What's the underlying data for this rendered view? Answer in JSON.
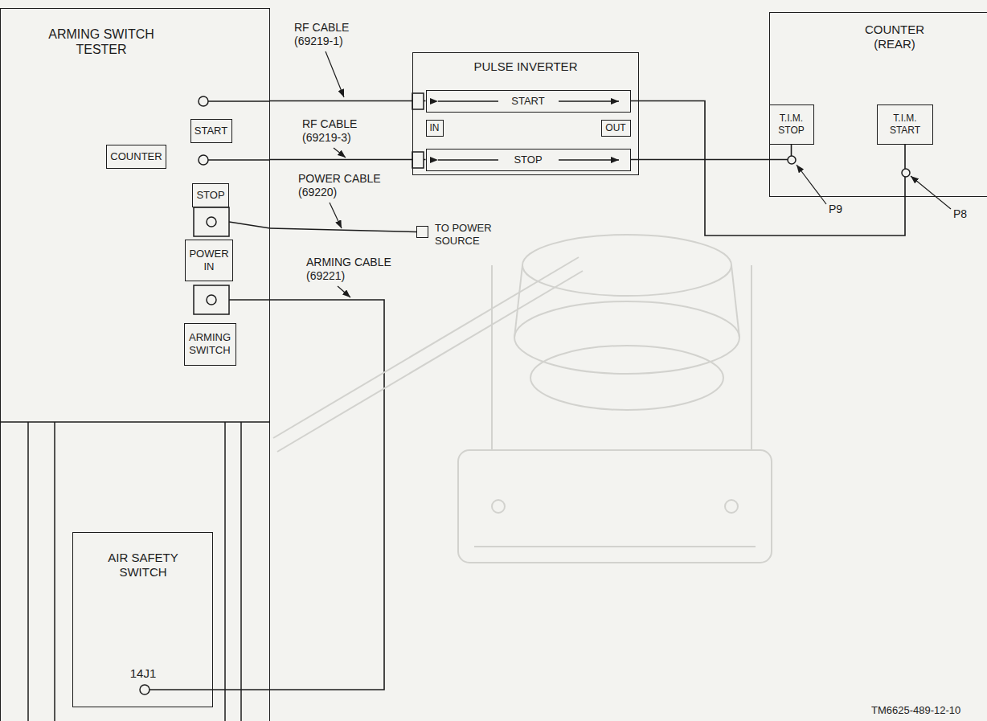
{
  "diagram": {
    "nodes": [
      {
        "text": [
          "ARMING SWITCH TESTER"
        ]
      },
      {
        "text": [
          "START"
        ],
        "in": 0
      },
      {
        "text": [
          "COUNTER"
        ],
        "in": 0
      },
      {
        "text": [
          "STOP"
        ],
        "in": 0
      },
      {
        "text": [
          "POWER IN"
        ],
        "in": 0
      },
      {
        "text": [
          "ARMING SWITCH"
        ],
        "in": 0
      },
      {
        "text": [
          "AIR SAFETY SWITCH",
          "14J1"
        ],
        "in": 0
      },
      {
        "text": [
          "PULSE INVERTER"
        ]
      },
      {
        "text": [
          "START"
        ],
        "in": 7
      },
      {
        "text": [
          "IN"
        ],
        "in": 7
      },
      {
        "text": [
          "OUT"
        ],
        "in": 7
      },
      {
        "text": [
          "STOP"
        ],
        "in": 7
      },
      {
        "text": [
          "TO POWER SOURCE"
        ]
      },
      {
        "text": [
          "COUNTER (REAR)"
        ]
      },
      {
        "text": [
          "T.I.M. STOP"
        ],
        "in": 13
      },
      {
        "text": [
          "T.I.M. START"
        ],
        "in": 13
      }
    ],
    "edges": [
      {
        "from": 0,
        "to": 8,
        "arrow": "none",
        "label": "RF CABLE (69219-1)"
      },
      {
        "from": 0,
        "to": 11,
        "arrow": "none",
        "label": "RF CABLE (69219-3)"
      },
      {
        "from": 0,
        "to": 12,
        "arrow": "none",
        "label": "POWER CABLE (69220)"
      },
      {
        "from": 0,
        "to": 6,
        "arrow": "none",
        "label": "ARMING CABLE (69221)"
      },
      {
        "from": 8,
        "to": 15,
        "arrow": "none"
      },
      {
        "from": 11,
        "to": 14,
        "arrow": "none"
      }
    ],
    "labels": [
      "P9",
      "P8",
      "TM6625-489-12-10"
    ]
  }
}
